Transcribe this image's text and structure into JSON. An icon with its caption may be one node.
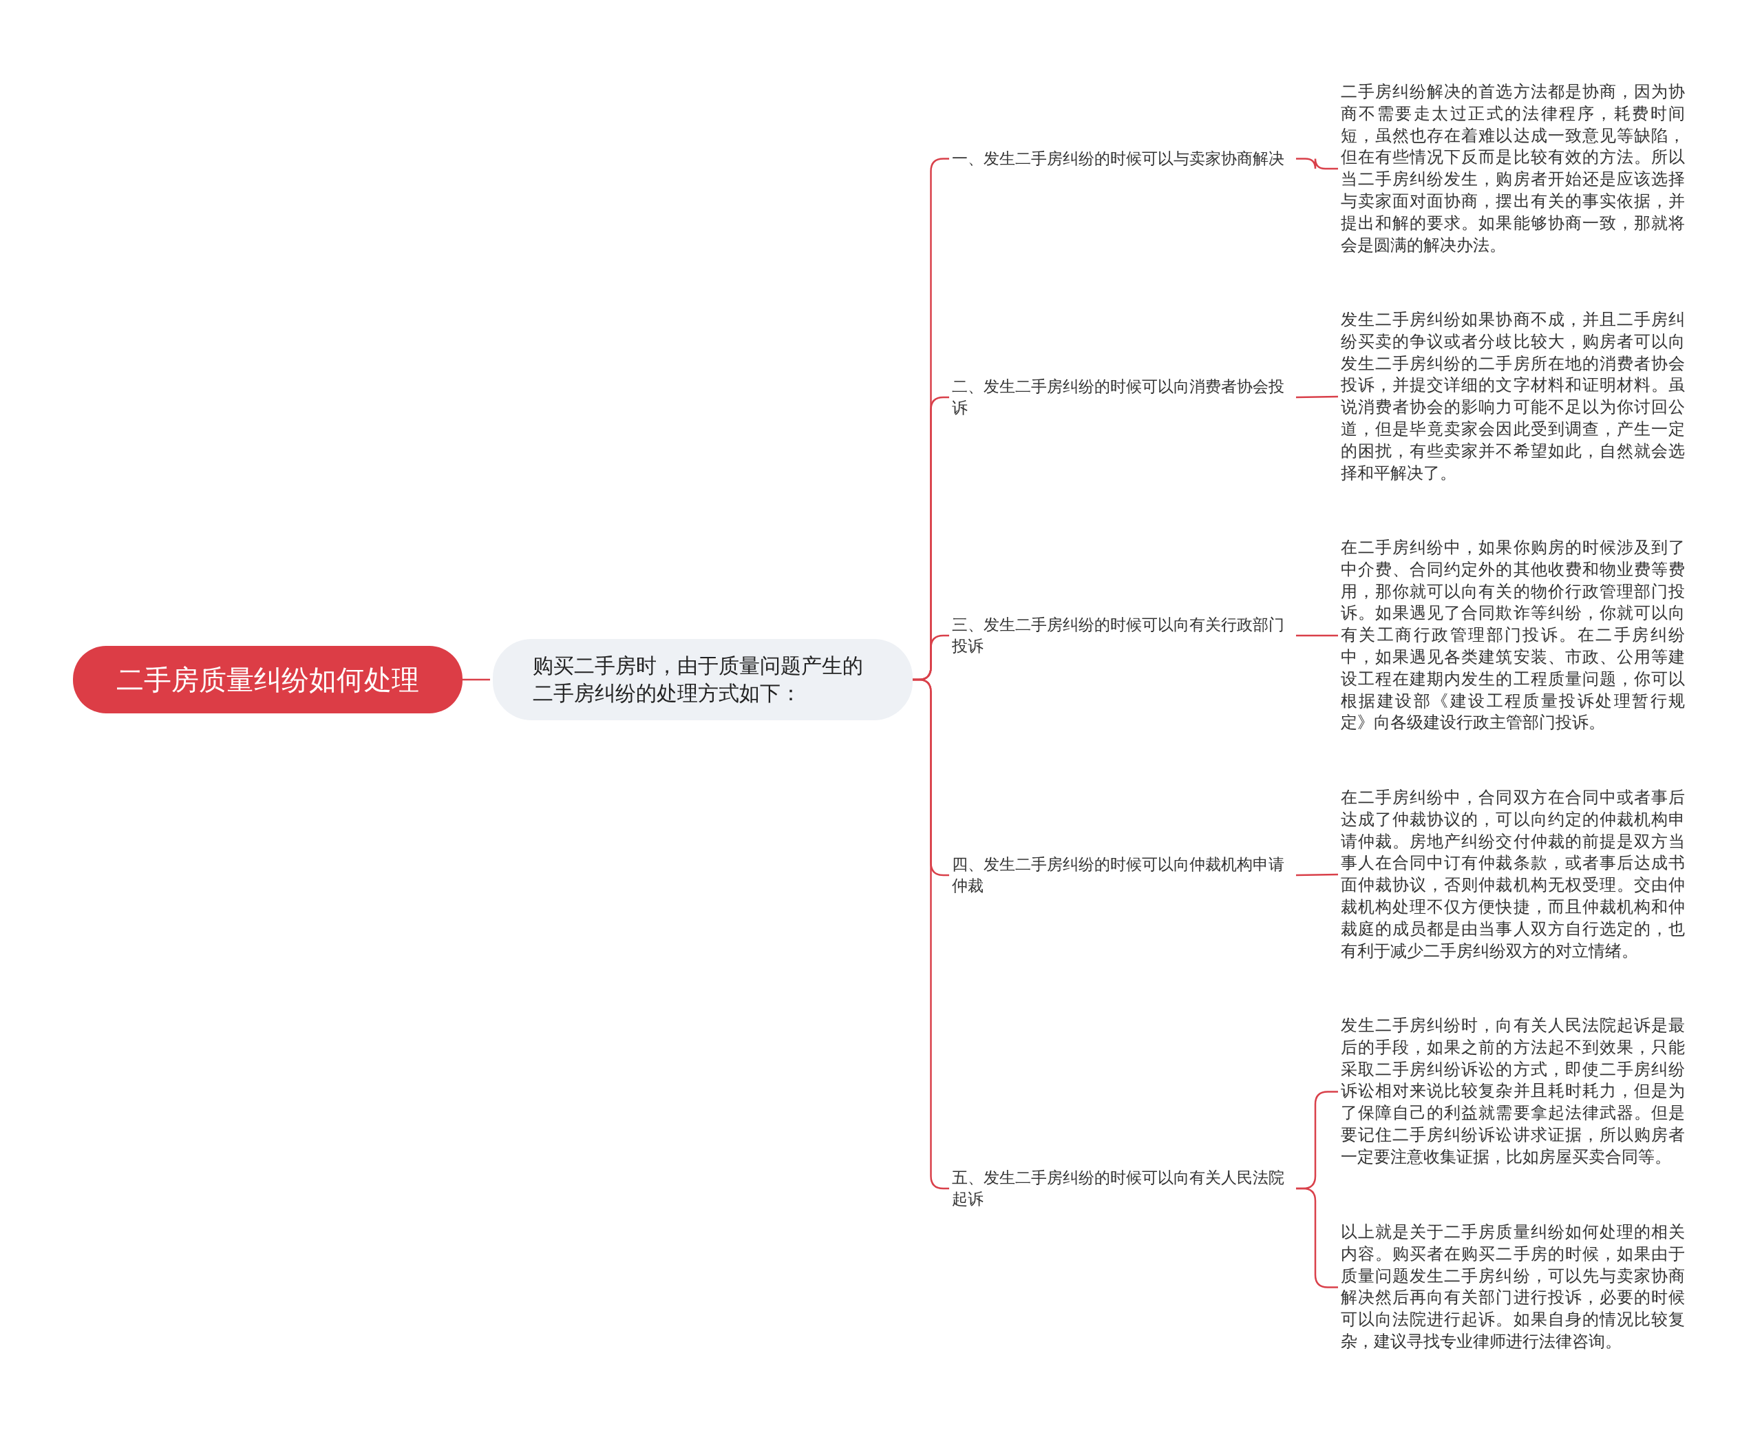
{
  "diagram": {
    "nodes": [
      {
        "text": [
          "二手房质量纠纷如何处理"
        ]
      },
      {
        "text": [
          "购买二手房时，由于质量问题产生的二手房纠纷的处理方式如下："
        ]
      },
      {
        "text": [
          "一、发生二手房纠纷的时候可以与卖家协商解决"
        ]
      },
      {
        "text": [
          "二、发生二手房纠纷的时候可以向消费者协会投诉"
        ]
      },
      {
        "text": [
          "三、发生二手房纠纷的时候可以向有关行政部门投诉"
        ]
      },
      {
        "text": [
          "四、发生二手房纠纷的时候可以向仲裁机构申请仲裁"
        ]
      },
      {
        "text": [
          "五、发生二手房纠纷的时候可以向有关人民法院起诉"
        ]
      },
      {
        "text": [
          "二手房纠纷解决的首选方法都是协商，因为协商不需要走太过正式的法律程序，耗费时间短，虽然也存在着难以达成一致意见等缺陷，但在有些情况下反而是比较有效的方法。所以当二手房纠纷发生，购房者开始还是应该选择与卖家面对面协商，摆出有关的事实依据，并提出和解的要求。如果能够协商一致，那就将会是圆满的解决办法。"
        ]
      },
      {
        "text": [
          "发生二手房纠纷如果协商不成，并且二手房纠纷买卖的争议或者分歧比较大，购房者可以向发生二手房纠纷的二手房所在地的消费者协会投诉，并提交详细的文字材料和证明材料。虽说消费者协会的影响力可能不足以为你讨回公道，但是毕竟卖家会因此受到调查，产生一定的困扰，有些卖家并不希望如此，自然就会选择和平解决了。"
        ]
      },
      {
        "text": [
          "在二手房纠纷中，如果你购房的时候涉及到了中介费、合同约定外的其他收费和物业费等费用，那你就可以向有关的物价行政管理部门投诉。如果遇见了合同欺诈等纠纷，你就可以向有关工商行政管理部门投诉。在二手房纠纷中，如果遇见各类建筑安装、市政、公用等建设工程在建期内发生的工程质量问题，你可以根据建设部《建设工程质量投诉处理暂行规定》向各级建设行政主管部门投诉。"
        ]
      },
      {
        "text": [
          "在二手房纠纷中，合同双方在合同中或者事后达成了仲裁协议的，可以向约定的仲裁机构申请仲裁。房地产纠纷交付仲裁的前提是双方当事人在合同中订有仲裁条款，或者事后达成书面仲裁协议，否则仲裁机构无权受理。交由仲裁机构处理不仅方便快捷，而且仲裁机构和仲裁庭的成员都是由当事人双方自行选定的，也有利于减少二手房纠纷双方的对立情绪。"
        ]
      },
      {
        "text": [
          "发生二手房纠纷时，向有关人民法院起诉是最后的手段，如果之前的方法起不到效果，只能采取二手房纠纷诉讼的方式，即使二手房纠纷诉讼相对来说比较复杂并且耗时耗力，但是为了保障自己的利益就需要拿起法律武器。但是要记住二手房纠纷诉讼讲求证据，所以购房者一定要注意收集证据，比如房屋买卖合同等。"
        ]
      },
      {
        "text": [
          "以上就是关于二手房质量纠纷如何处理的相关内容。购买者在购买二手房的时候，如果由于质量问题发生二手房纠纷，可以先与卖家协商解决然后再向有关部门进行投诉，必要的时候可以向法院进行起诉。如果自身的情况比较复杂，建议寻找专业律师进行法律咨询。"
        ]
      }
    ],
    "edges": [
      {
        "from": 0,
        "to": 1,
        "arrow": "none"
      },
      {
        "from": 1,
        "to": 2,
        "arrow": "none"
      },
      {
        "from": 1,
        "to": 3,
        "arrow": "none"
      },
      {
        "from": 1,
        "to": 4,
        "arrow": "none"
      },
      {
        "from": 1,
        "to": 5,
        "arrow": "none"
      },
      {
        "from": 1,
        "to": 6,
        "arrow": "none"
      },
      {
        "from": 2,
        "to": 7,
        "arrow": "none"
      },
      {
        "from": 3,
        "to": 8,
        "arrow": "none"
      },
      {
        "from": 4,
        "to": 9,
        "arrow": "none"
      },
      {
        "from": 5,
        "to": 10,
        "arrow": "none"
      },
      {
        "from": 6,
        "to": 11,
        "arrow": "none"
      },
      {
        "from": 6,
        "to": 12,
        "arrow": "none"
      }
    ]
  }
}
